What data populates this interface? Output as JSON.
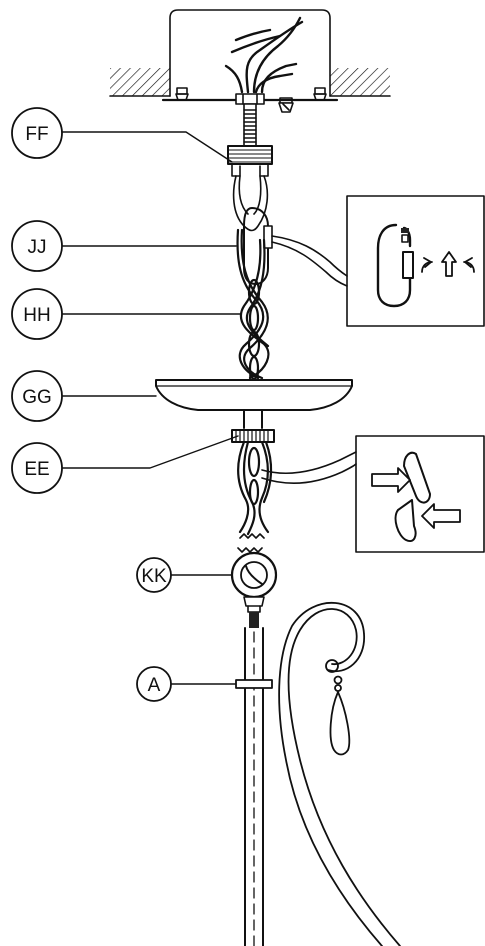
{
  "callouts": [
    {
      "id": "FF",
      "text": "FF"
    },
    {
      "id": "JJ",
      "text": "JJ"
    },
    {
      "id": "HH",
      "text": "HH"
    },
    {
      "id": "GG",
      "text": "GG"
    },
    {
      "id": "EE",
      "text": "EE"
    },
    {
      "id": "KK",
      "text": "KK"
    },
    {
      "id": "A",
      "text": "A"
    }
  ],
  "colors": {
    "line": "#111111",
    "background": "#ffffff"
  },
  "icons": [
    "junction-box-icon",
    "quick-link-detail-icon",
    "link-closing-detail-icon",
    "rotate-arrows-icon"
  ]
}
